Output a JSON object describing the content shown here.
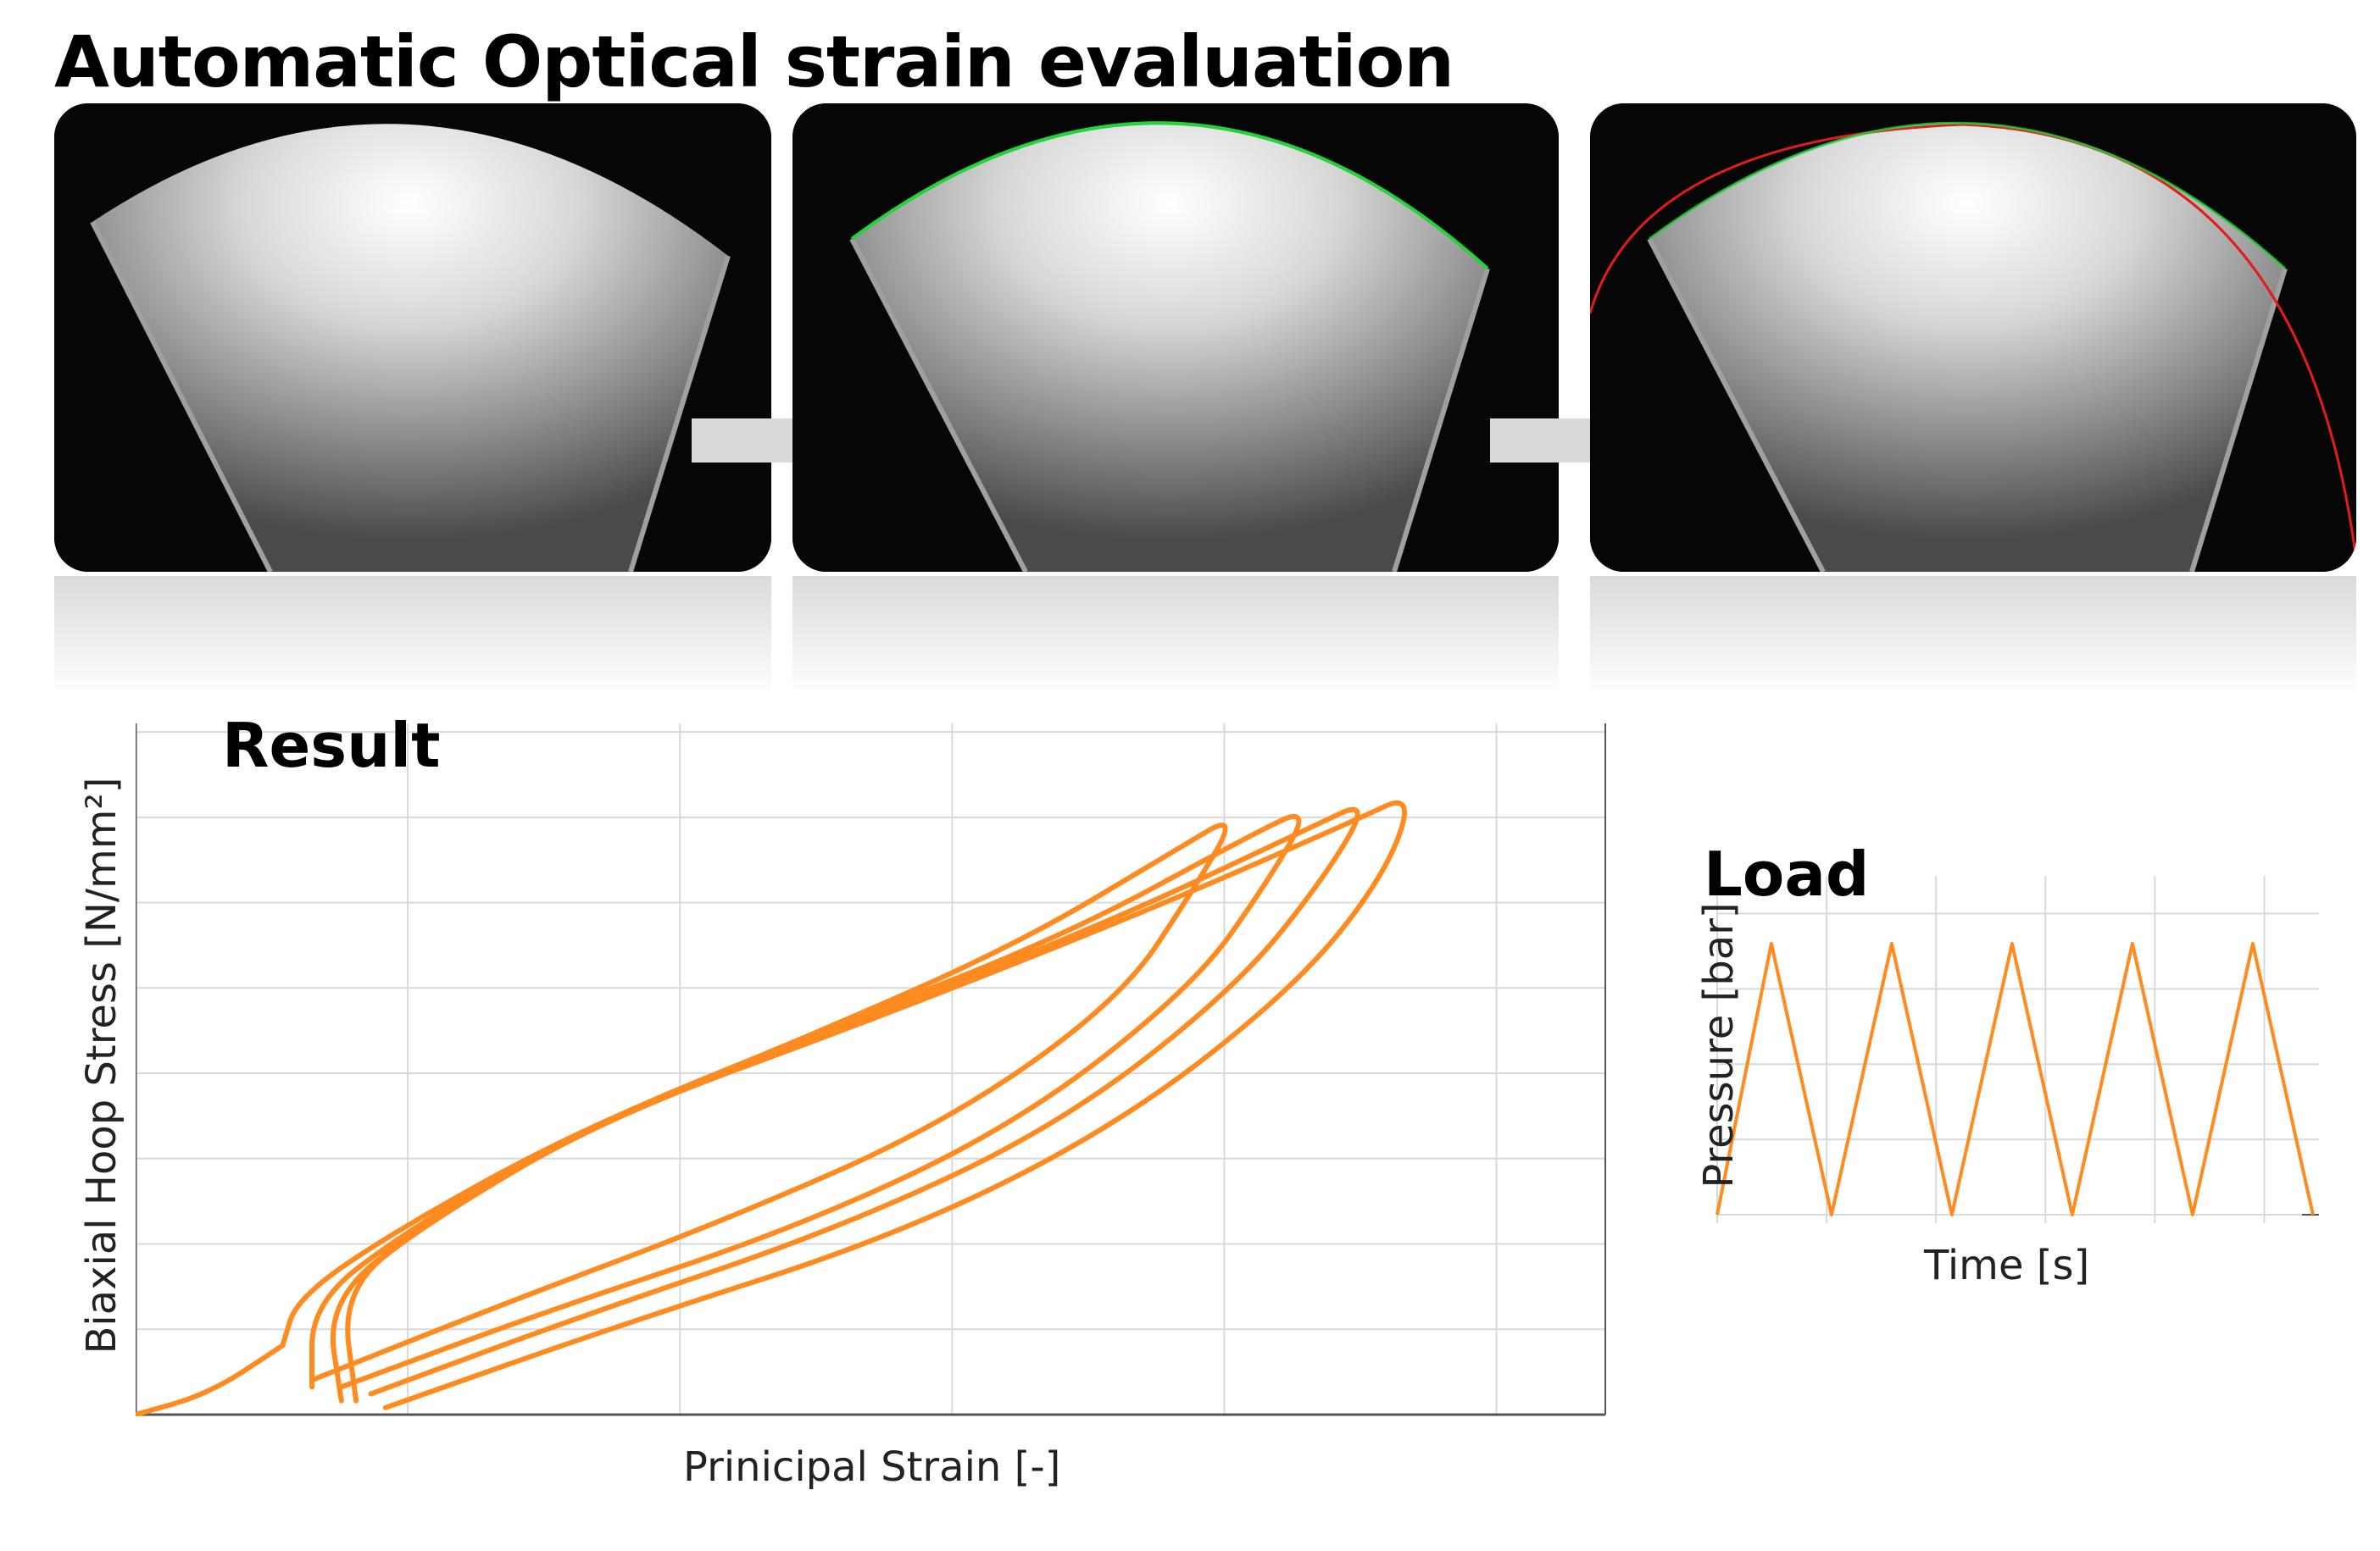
{
  "title": "Automatic Optical strain evaluation",
  "panels": [
    {
      "overlay": "none"
    },
    {
      "overlay": "green-edge-detection"
    },
    {
      "overlay": "green-edge-with-red-fit-circle"
    }
  ],
  "colors": {
    "curve": "#ff8a1f",
    "grid": "#d9d9d9",
    "axis": "#555555",
    "arrow": "#d9d9d9",
    "edge_green": "#22d43a",
    "fit_red": "#e41b1b",
    "panel_bg": "#060606"
  },
  "result": {
    "label": "Result",
    "xlabel": "Prinicipal Strain [-]",
    "ylabel": "Biaxial Hoop Stress [N/mm²]"
  },
  "load": {
    "label": "Load",
    "xlabel": "Time [s]",
    "ylabel": "Pressure [bar]"
  },
  "chart_data": [
    {
      "type": "line",
      "name": "Result",
      "title": "Result",
      "xlabel": "Prinicipal Strain [-]",
      "ylabel": "Biaxial Hoop Stress [N/mm²]",
      "xlim": [
        0,
        1
      ],
      "ylim": [
        0,
        1
      ],
      "grid": true,
      "tick_labels_shown": false,
      "cycles": 4,
      "series": [
        {
          "values": [
            [
              0.0,
              0.0
            ],
            [
              0.05,
              0.03
            ],
            [
              0.1,
              0.1
            ]
          ]
        },
        {
          "values": [
            [
              0.12,
              0.05
            ],
            [
              0.25,
              0.16
            ],
            [
              0.4,
              0.28
            ],
            [
              0.55,
              0.42
            ],
            [
              0.67,
              0.6
            ],
            [
              0.72,
              0.76
            ],
            [
              0.75,
              0.87
            ],
            [
              0.71,
              0.82
            ],
            [
              0.6,
              0.68
            ],
            [
              0.45,
              0.54
            ],
            [
              0.3,
              0.41
            ],
            [
              0.18,
              0.27
            ],
            [
              0.11,
              0.17
            ],
            [
              0.1,
              0.1
            ]
          ]
        },
        {
          "values": [
            [
              0.14,
              0.04
            ],
            [
              0.28,
              0.15
            ],
            [
              0.45,
              0.27
            ],
            [
              0.6,
              0.42
            ],
            [
              0.72,
              0.62
            ],
            [
              0.77,
              0.77
            ],
            [
              0.8,
              0.88
            ],
            [
              0.76,
              0.84
            ],
            [
              0.63,
              0.69
            ],
            [
              0.46,
              0.55
            ],
            [
              0.3,
              0.41
            ],
            [
              0.18,
              0.26
            ],
            [
              0.12,
              0.16
            ],
            [
              0.12,
              0.04
            ]
          ]
        },
        {
          "values": [
            [
              0.16,
              0.03
            ],
            [
              0.3,
              0.14
            ],
            [
              0.48,
              0.27
            ],
            [
              0.63,
              0.42
            ],
            [
              0.75,
              0.62
            ],
            [
              0.81,
              0.78
            ],
            [
              0.84,
              0.89
            ],
            [
              0.8,
              0.85
            ],
            [
              0.66,
              0.71
            ],
            [
              0.48,
              0.56
            ],
            [
              0.31,
              0.42
            ],
            [
              0.19,
              0.27
            ],
            [
              0.13,
              0.16
            ],
            [
              0.14,
              0.02
            ]
          ]
        },
        {
          "values": [
            [
              0.17,
              0.01
            ],
            [
              0.33,
              0.13
            ],
            [
              0.52,
              0.26
            ],
            [
              0.67,
              0.42
            ],
            [
              0.79,
              0.62
            ],
            [
              0.85,
              0.78
            ],
            [
              0.87,
              0.9
            ],
            [
              0.83,
              0.86
            ],
            [
              0.69,
              0.73
            ],
            [
              0.5,
              0.57
            ],
            [
              0.32,
              0.43
            ],
            [
              0.2,
              0.28
            ],
            [
              0.14,
              0.18
            ],
            [
              0.15,
              0.02
            ]
          ]
        }
      ]
    },
    {
      "type": "line",
      "name": "Load",
      "title": "Load",
      "xlabel": "Time [s]",
      "ylabel": "Pressure [bar]",
      "xlim": [
        0,
        1
      ],
      "ylim": [
        0,
        1
      ],
      "grid": true,
      "tick_labels_shown": false,
      "pattern": "triangle-wave",
      "x": [
        0.0,
        0.09,
        0.19,
        0.29,
        0.39,
        0.49,
        0.59,
        0.69,
        0.79,
        0.89,
        0.99
      ],
      "values": [
        0.0,
        1.0,
        0.0,
        1.0,
        0.0,
        1.0,
        0.0,
        1.0,
        0.0,
        1.0,
        0.0
      ]
    }
  ]
}
